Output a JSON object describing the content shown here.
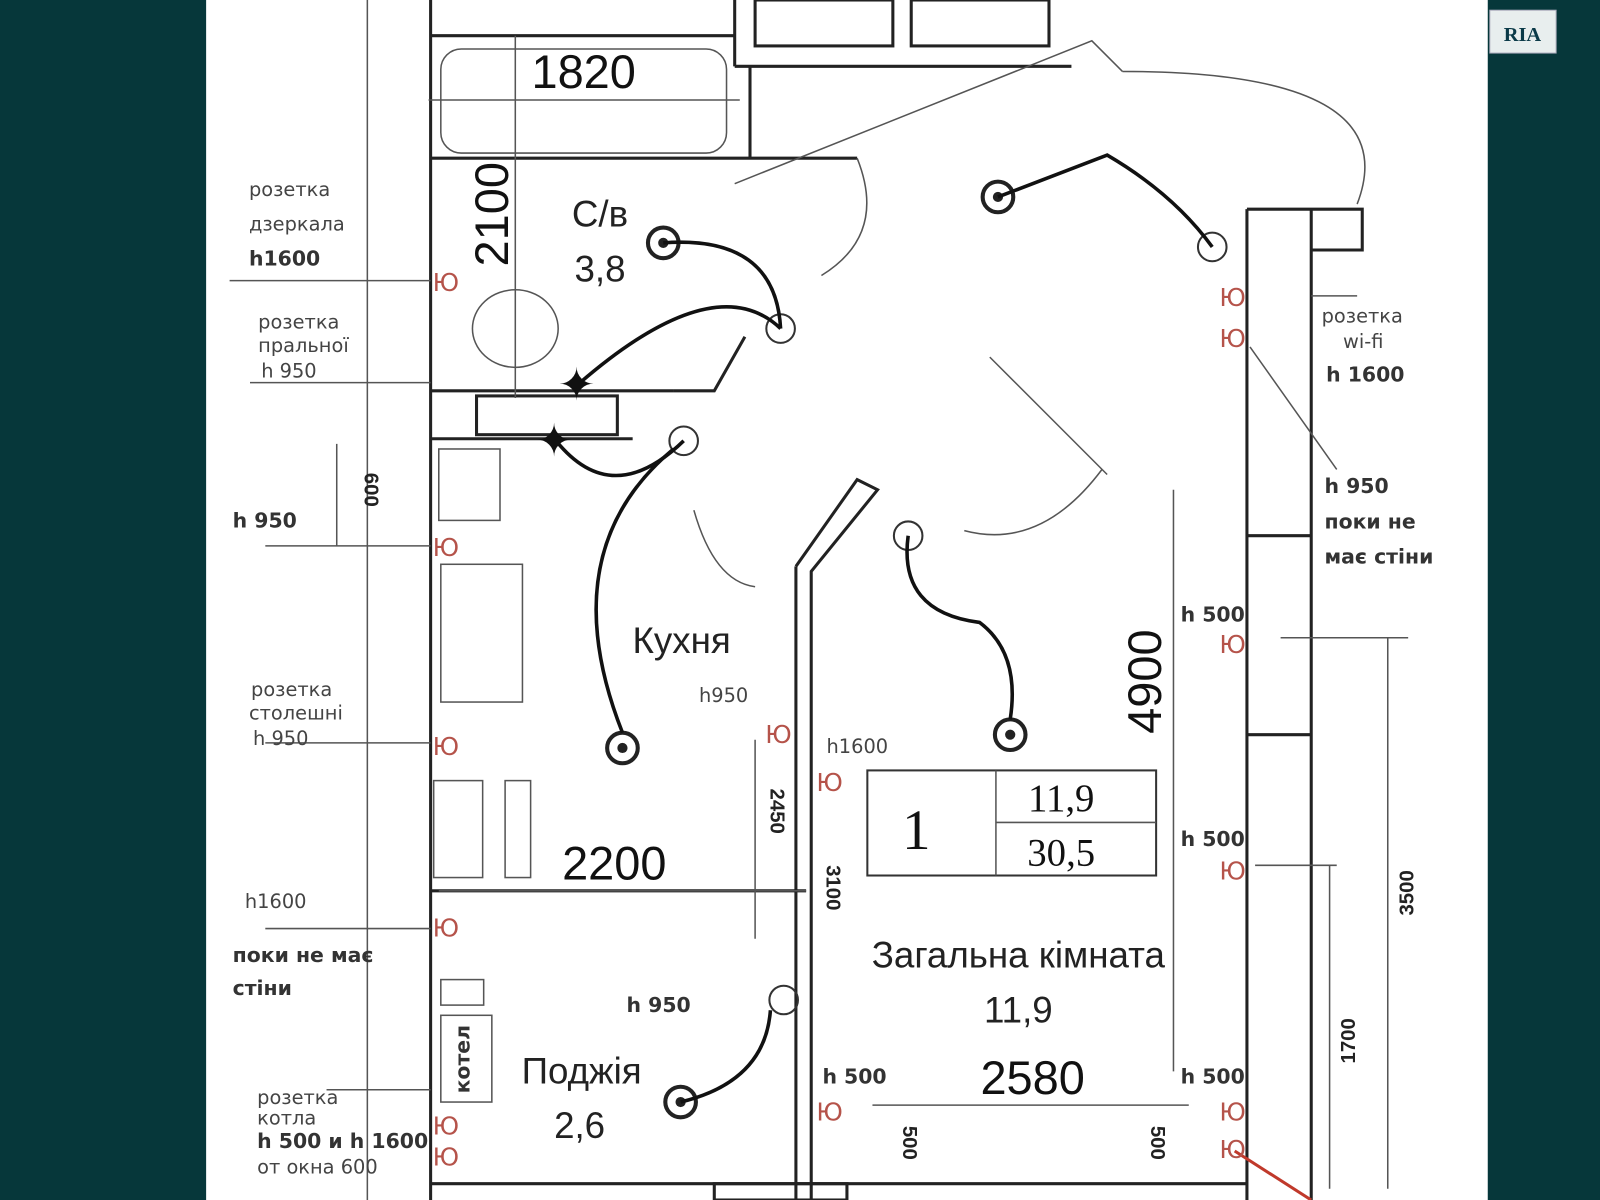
{
  "logo": {
    "text": "RIA"
  },
  "colors": {
    "background": "#06373a",
    "paper": "#ffffff",
    "socket": "#b5534a",
    "accent_red": "#c0392b"
  },
  "dimensions": {
    "bath_width": "1820",
    "bath_height": "2100",
    "kitchen_width": "2200",
    "left_600": "600",
    "d2450": "2450",
    "d3100": "3100",
    "room_length": "4900",
    "room_width": "2580",
    "d500_left": "500",
    "d500_right": "500",
    "d1700": "1700",
    "d3500": "3500"
  },
  "rooms": {
    "bathroom": {
      "name": "С/в",
      "area": "3,8"
    },
    "kitchen": {
      "name": "Кухня"
    },
    "living": {
      "name": "Загальна кімната",
      "area": "11,9"
    },
    "loggia": {
      "name": "Поджія",
      "area": "2,6"
    },
    "boiler": "котел"
  },
  "summary_table": {
    "number": "1",
    "living_area": "11,9",
    "total_area": "30,5"
  },
  "notes_left": {
    "mirror": [
      "розетка",
      "дзеркала",
      "h1600"
    ],
    "washer": [
      "розетка",
      "пральної",
      "h 950"
    ],
    "h950": "h 950",
    "counter": [
      "розетка",
      "столешні",
      "h 950"
    ],
    "h1600": "h1600",
    "no_wall": [
      "поки не має",
      "стіни"
    ],
    "boiler": [
      "розетка",
      "котла",
      "h 500 и h 1600",
      "от окна 600"
    ]
  },
  "notes_center": {
    "kitchen_h950": "h950",
    "h1600": "h1600",
    "loggia_h950": "h 950",
    "h500_left": "h 500",
    "h500_bottom_right": "h 500",
    "h500_right_top": "h 500",
    "h500_right_mid": "h 500"
  },
  "notes_right": {
    "wifi": [
      "розетка",
      "wi-fi",
      "h 1600"
    ],
    "no_wall": [
      "h 950",
      "поки не",
      "має стіни"
    ]
  }
}
